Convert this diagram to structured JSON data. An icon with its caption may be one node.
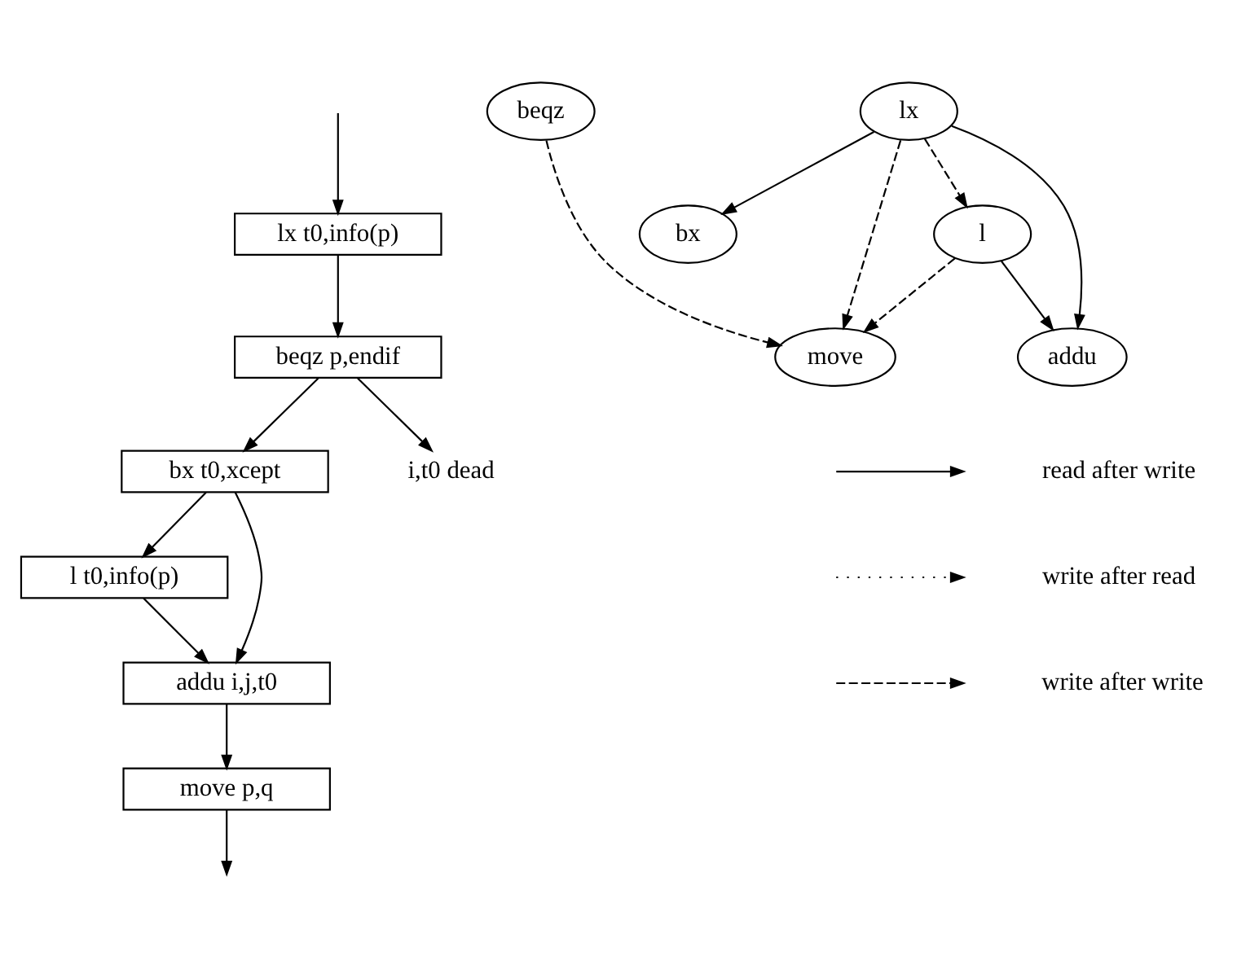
{
  "diagram": {
    "nodes": [
      {
        "text": [
          "lx t0,info(p)"
        ]
      },
      {
        "text": [
          "beqz p,endif"
        ]
      },
      {
        "text": [
          "bx t0,xcept"
        ]
      },
      {
        "text": [
          "i,t0 dead"
        ]
      },
      {
        "text": [
          "l t0,info(p)"
        ]
      },
      {
        "text": [
          "addu i,j,t0"
        ]
      },
      {
        "text": [
          "move p,q"
        ]
      },
      {
        "text": [
          "beqz"
        ]
      },
      {
        "text": [
          "lx"
        ]
      },
      {
        "text": [
          "l"
        ]
      },
      {
        "text": [
          "bx"
        ]
      },
      {
        "text": [
          "move"
        ]
      },
      {
        "text": [
          "addu"
        ]
      }
    ],
    "edges": [
      {
        "from": null,
        "to": 0,
        "arrow": "to"
      },
      {
        "from": 0,
        "to": 1,
        "arrow": "to"
      },
      {
        "from": 1,
        "to": 2,
        "arrow": "to"
      },
      {
        "from": 1,
        "to": 3,
        "arrow": "to"
      },
      {
        "from": 2,
        "to": 4,
        "arrow": "to"
      },
      {
        "from": 2,
        "to": 5,
        "arrow": "to"
      },
      {
        "from": 4,
        "to": 5,
        "arrow": "to"
      },
      {
        "from": 5,
        "to": 6,
        "arrow": "to"
      },
      {
        "from": 6,
        "to": null,
        "arrow": "to"
      },
      {
        "from": 7,
        "to": 11,
        "arrow": "to",
        "style": "dashed"
      },
      {
        "from": 8,
        "to": 11,
        "arrow": "to",
        "style": "dashed"
      },
      {
        "from": 8,
        "to": 9,
        "arrow": "to",
        "style": "dashed"
      },
      {
        "from": 8,
        "to": 12,
        "arrow": "to"
      },
      {
        "from": 8,
        "to": 10,
        "arrow": "to"
      },
      {
        "from": 9,
        "to": 11,
        "arrow": "to",
        "style": "dashed"
      },
      {
        "from": 9,
        "to": 12,
        "arrow": "to"
      }
    ],
    "legend": [
      {
        "text": "read after write"
      },
      {
        "text": "write after read"
      },
      {
        "text": "write after write"
      }
    ]
  }
}
